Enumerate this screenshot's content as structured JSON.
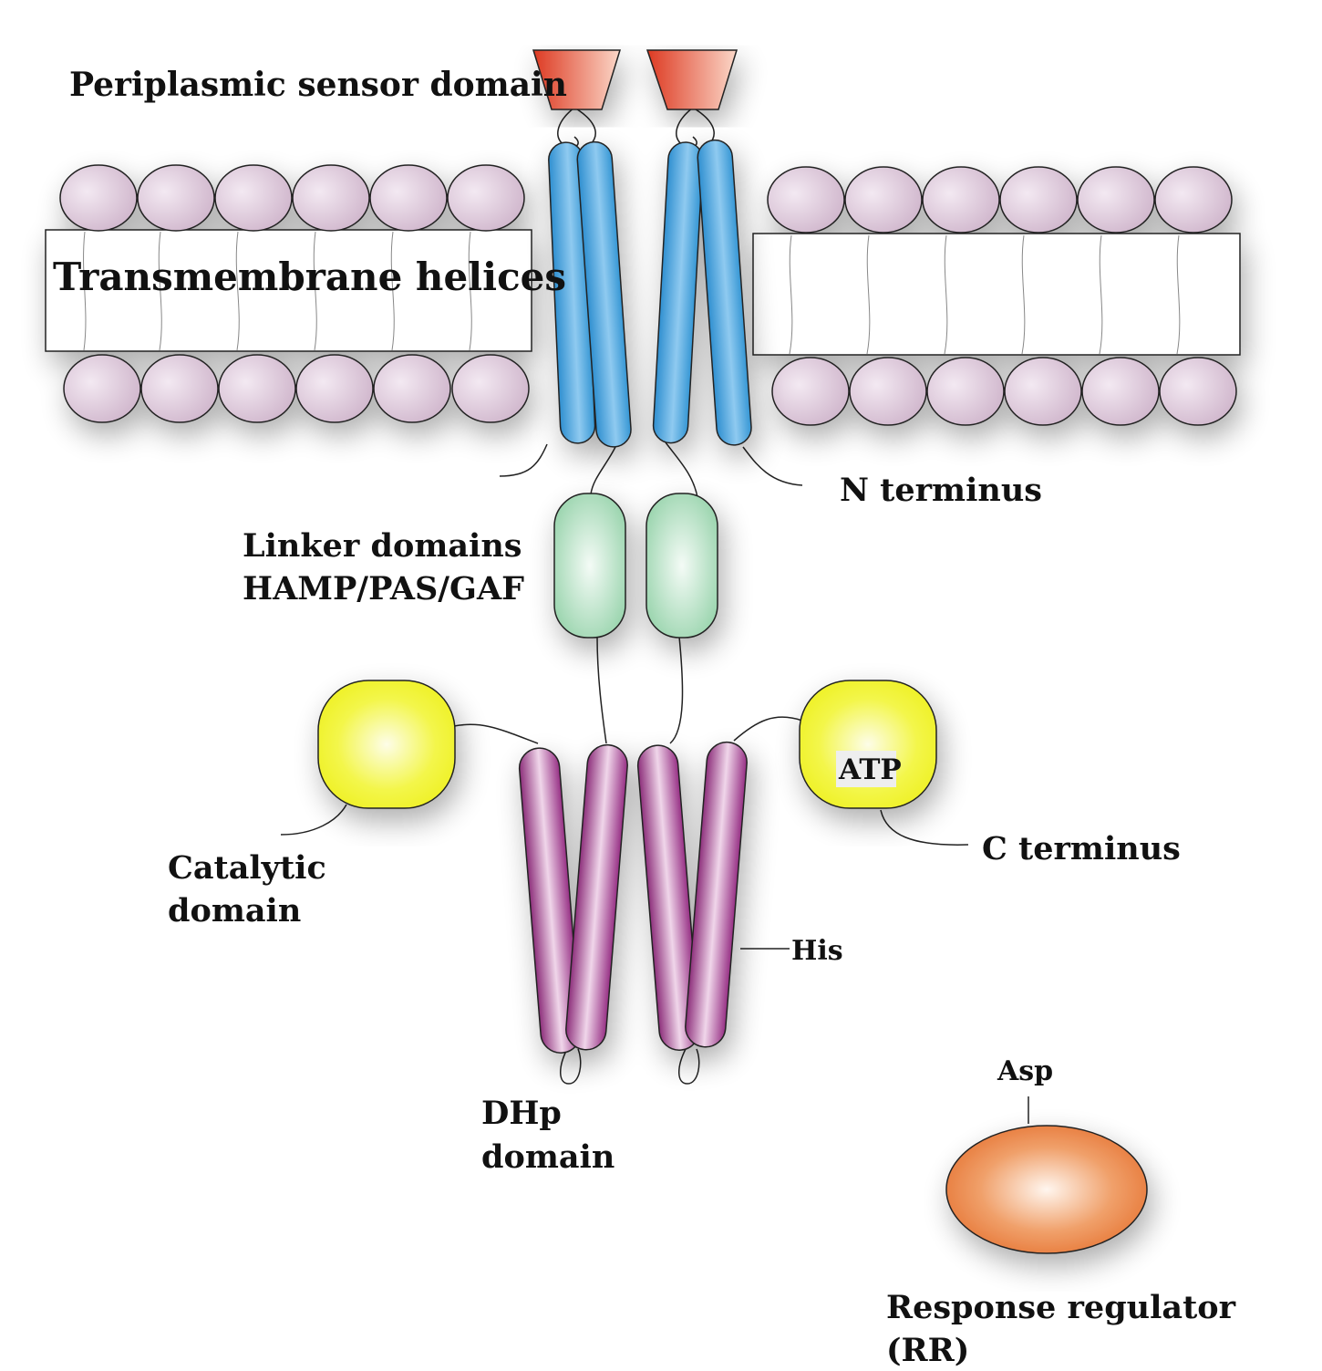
{
  "labels": {
    "periplasmic": "Periplasmic sensor domain",
    "transmembrane": "Transmembrane helices",
    "n_terminus": "N terminus",
    "linker_line1": "Linker domains",
    "linker_line2": "HAMP/PAS/GAF",
    "catalytic_line1": "Catalytic",
    "catalytic_line2": "domain",
    "atp": "ATP",
    "c_terminus": "C terminus",
    "his": "His",
    "dhp_line1": "DHp",
    "dhp_line2": "domain",
    "asp": "Asp",
    "rr_line1": "Response regulator",
    "rr_line2": "(RR)"
  },
  "colors": {
    "sensor": "#e04a30",
    "tm_helix": "#4aa3dc",
    "linker": "#a6dcb8",
    "catalytic": "#f2f52a",
    "dhp": "#a23f8c",
    "response_regulator": "#e8773a",
    "lipid_head": "#d9c3d6",
    "membrane_core": "#ffffff"
  }
}
